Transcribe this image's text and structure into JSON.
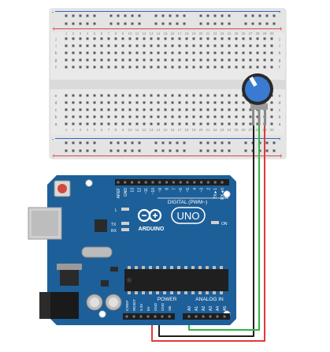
{
  "breadboard": {
    "columns": 30,
    "rows_top": [
      "j",
      "i",
      "h",
      "g",
      "f"
    ],
    "rows_bottom": [
      "e",
      "d",
      "c",
      "b",
      "a"
    ],
    "minus_label": "-",
    "plus_label": "+",
    "rail_red": "#e04646",
    "rail_blue": "#3a62c4"
  },
  "arduino": {
    "brand": "ARDUINO",
    "model": "UNO",
    "digital_label": "DIGITAL (PWM~)",
    "digital_pins": [
      "AREF",
      "GND",
      "13",
      "12",
      "~11",
      "~10",
      "~9",
      "8",
      "7",
      "~6",
      "~5",
      "4",
      "~3",
      "2",
      "TX►1",
      "RX◄0"
    ],
    "power_label": "POWER",
    "power_pins": [
      "IOREF",
      "RESET",
      "3.3V",
      "5V",
      "GND",
      "GND",
      "Vin"
    ],
    "analog_label": "ANALOG IN",
    "analog_pins": [
      "A0",
      "A1",
      "A2",
      "A3",
      "A4",
      "A5"
    ],
    "led_labels": [
      "L",
      "TX",
      "RX"
    ],
    "on_label": "ON",
    "board_color": "#1d5f99"
  },
  "potentiometer": {
    "name": "potentiometer",
    "knob_color": "#3a7bd1"
  },
  "wires": [
    {
      "name": "5V",
      "color": "#e03a3a"
    },
    {
      "name": "GND",
      "color": "#1e1e1e"
    },
    {
      "name": "A0 signal",
      "color": "#2fb53f"
    }
  ]
}
